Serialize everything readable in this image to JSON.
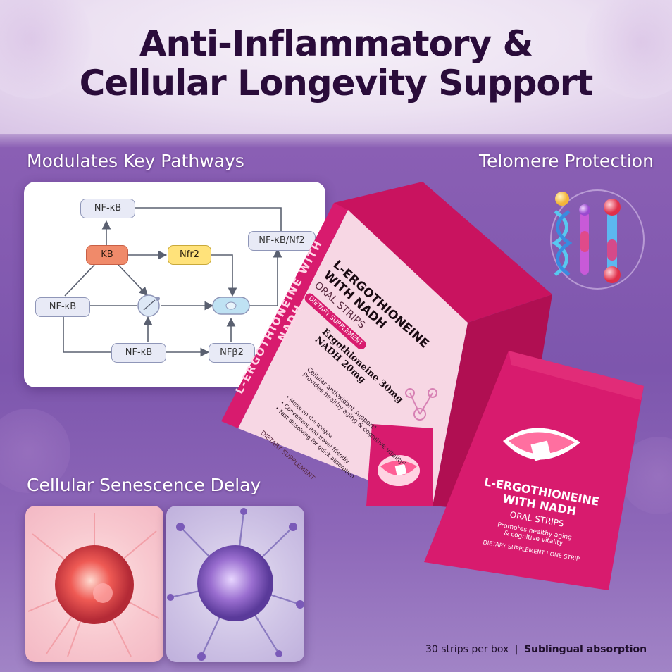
{
  "headline": {
    "line1": "Anti-Inflammatory &",
    "line2": "Cellular Longevity Support"
  },
  "sections": {
    "pathways": "Modulates Key Pathways",
    "telomere": "Telomere Protection",
    "senescence": "Cellular Senescence Delay"
  },
  "diagram": {
    "nodes": {
      "top": "NF-κB",
      "kb": "KB",
      "nfr2": "Nfr2",
      "right": "NF-κB/Nf2",
      "left": "NF-κB",
      "bottom_mid": "NF-κB",
      "bottom_right": "NFβ2"
    }
  },
  "box": {
    "spine": "L-ERGOTHIONEINE WITH NADH",
    "name": "L-ERGOTHIONEINE WITH NADH",
    "form": "ORAL STRIPS",
    "badge": "DIETARY SUPPLEMENT",
    "ingredient1": "Ergothioneine 30mg",
    "ingredient2": "NADH 20mg",
    "claim1": "Cellular antioxidant support¹",
    "claim2": "Provides healthy aging & cognitive vitality¹",
    "bullet1": "Melts on the tongue",
    "bullet2": "Convenient and travel friendly",
    "bullet3": "Fast dissolving for quick absorption",
    "bottom": "DIETARY SUPPLEMENT"
  },
  "strip": {
    "name_line1": "L-ERGOTHIONEINE",
    "name_line2": "WITH NADH",
    "form": "ORAL STRIPS",
    "claim_line1": "Promotes healthy aging",
    "claim_line2": "& cognitive vitality",
    "bottom": "DIETARY SUPPLEMENT | ONE STRIP"
  },
  "footer": {
    "count": "30 strips per box",
    "separator": "|",
    "absorption": "Sublingual absorption"
  },
  "colors": {
    "title": "#2a0c3a",
    "brand_pink": "#d81b6e",
    "box_panel": "#f7d7e4",
    "kb_node": "#f08a6a",
    "nfr2_node": "#ffe27a"
  }
}
